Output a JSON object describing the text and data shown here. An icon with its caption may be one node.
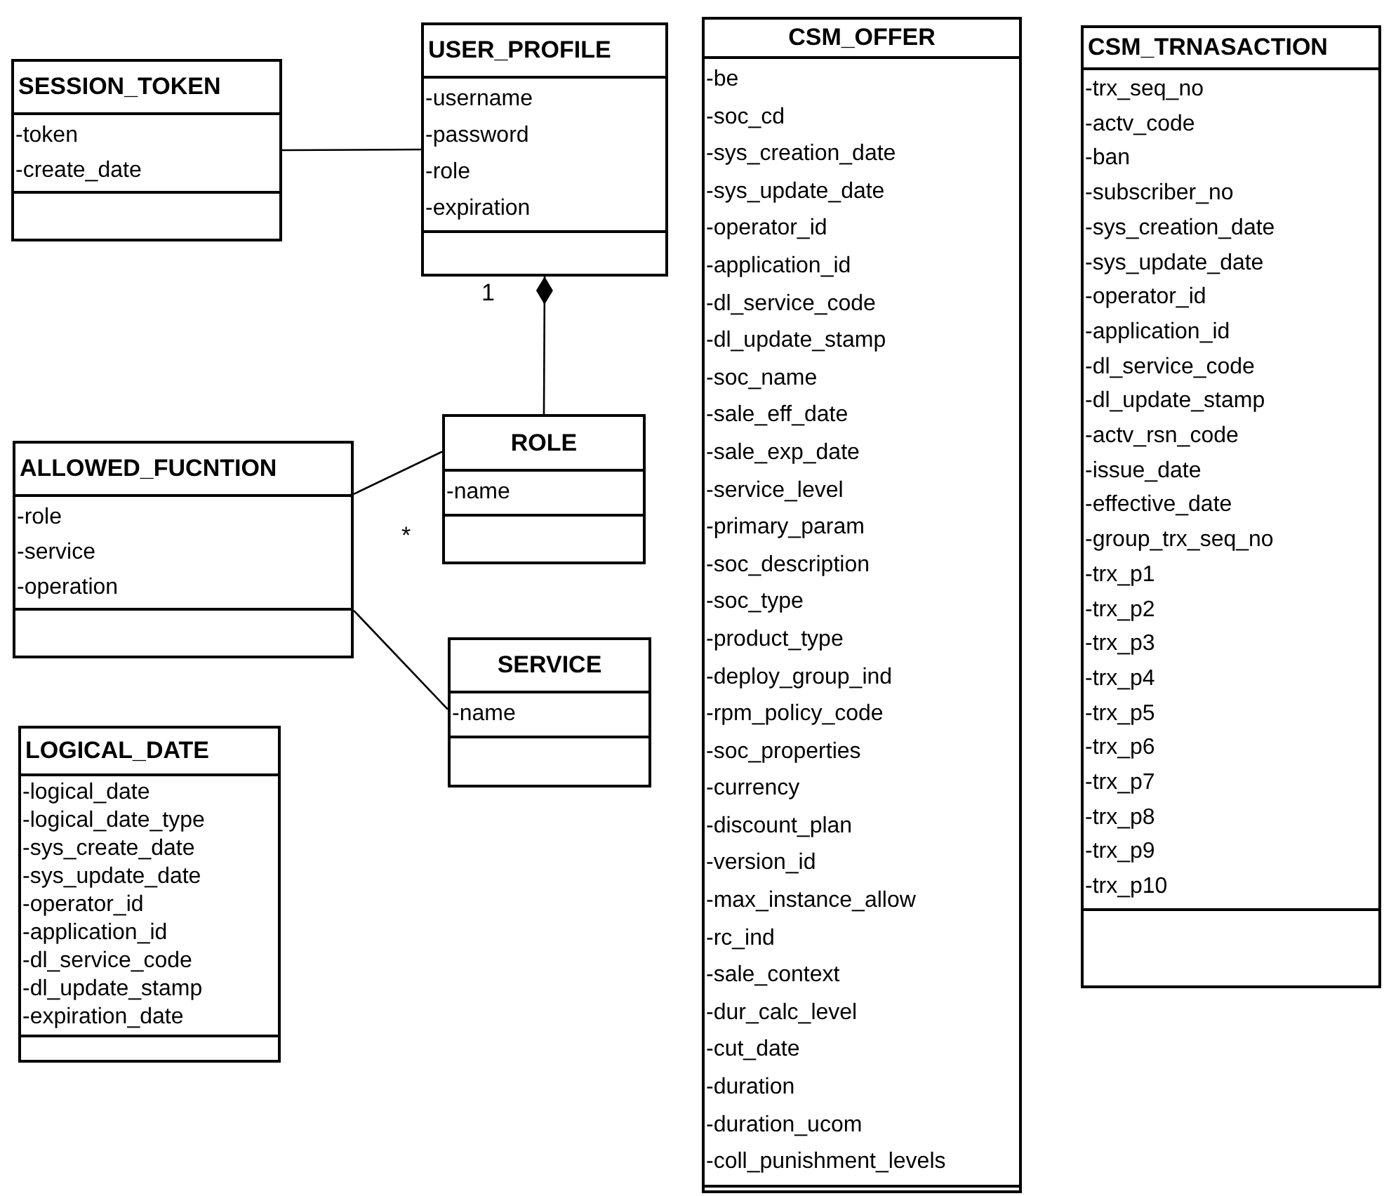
{
  "diagram": {
    "nodes": [
      {
        "text": [
          "SESSION_TOKEN",
          "-token",
          "-create_date"
        ]
      },
      {
        "text": [
          "USER_PROFILE",
          "-username",
          "-password",
          "-role",
          "-expiration"
        ]
      },
      {
        "text": [
          "CSM_OFFER",
          "-be",
          "-soc_cd",
          "-sys_creation_date",
          "-sys_update_date",
          "-operator_id",
          "-application_id",
          "-dl_service_code",
          "-dl_update_stamp",
          "-soc_name",
          "-sale_eff_date",
          "-sale_exp_date",
          "-service_level",
          "-primary_param",
          "-soc_description",
          "-soc_type",
          "-product_type",
          "-deploy_group_ind",
          "-rpm_policy_code",
          "-soc_properties",
          "-currency",
          "-discount_plan",
          "-version_id",
          "-max_instance_allow",
          "-rc_ind",
          "-sale_context",
          "-dur_calc_level",
          "-cut_date",
          "-duration",
          "-duration_ucom",
          "-coll_punishment_levels"
        ]
      },
      {
        "text": [
          "CSM_TRNASACTION",
          "-trx_seq_no",
          "-actv_code",
          "-ban",
          "-subscriber_no",
          "-sys_creation_date",
          "-sys_update_date",
          "-operator_id",
          "-application_id",
          "-dl_service_code",
          "-dl_update_stamp",
          "-actv_rsn_code",
          "-issue_date",
          "-effective_date",
          "-group_trx_seq_no",
          "-trx_p1",
          "-trx_p2",
          "-trx_p3",
          "-trx_p4",
          "-trx_p5",
          "-trx_p6",
          "-trx_p7",
          "-trx_p8",
          "-trx_p9",
          "-trx_p10"
        ]
      },
      {
        "text": [
          "ROLE",
          "-name"
        ]
      },
      {
        "text": [
          "ALLOWED_FUCNTION",
          "-role",
          "-service",
          "-operation"
        ]
      },
      {
        "text": [
          "SERVICE",
          "-name"
        ]
      },
      {
        "text": [
          "LOGICAL_DATE",
          "-logical_date",
          "-logical_date_type",
          "-sys_create_date",
          "-sys_update_date",
          "-operator_id",
          "-application_id",
          "-dl_service_code",
          "-dl_update_stamp",
          "-expiration_date"
        ]
      }
    ],
    "edges": [
      {
        "from": 0,
        "to": 1,
        "arrow": "none"
      },
      {
        "from": 4,
        "to": 1,
        "arrow": "other"
      },
      {
        "from": 5,
        "to": 4,
        "arrow": "none"
      },
      {
        "from": 5,
        "to": 6,
        "arrow": "none"
      }
    ],
    "labels": [
      "1",
      "*"
    ]
  }
}
